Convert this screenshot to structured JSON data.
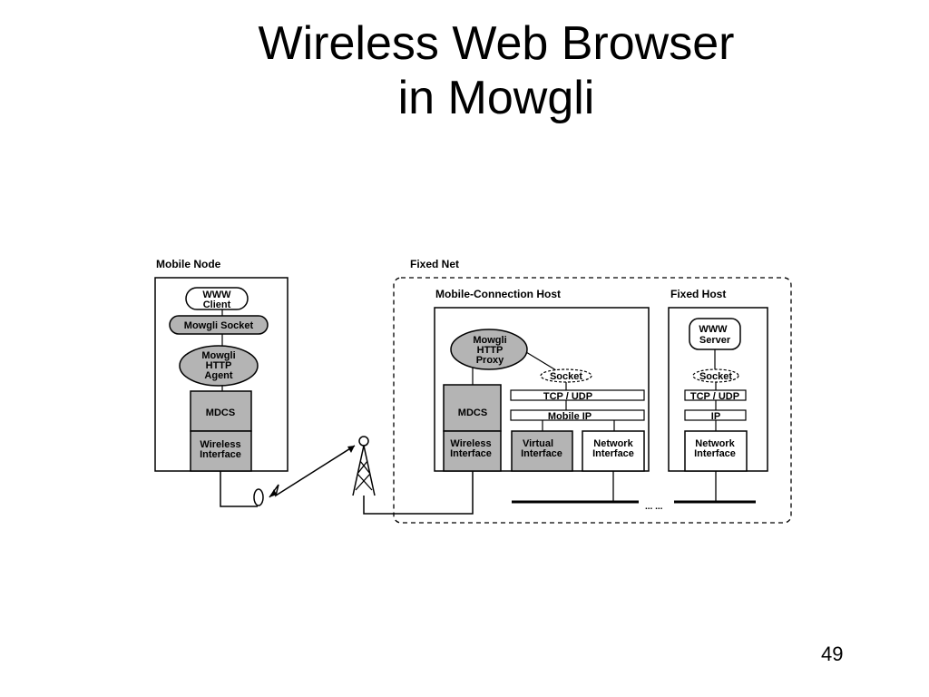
{
  "slide": {
    "title_line1": "Wireless Web Browser",
    "title_line2": "in Mowgli",
    "page_number": "49"
  },
  "colors": {
    "shaded_box": "#b4b4b4",
    "line": "#000000",
    "background": "#ffffff"
  },
  "mobile_node": {
    "section_label": "Mobile Node",
    "www_client": [
      "WWW",
      "Client"
    ],
    "mowgli_socket": "Mowgli Socket",
    "mowgli_agent": [
      "Mowgli",
      "HTTP",
      "Agent"
    ],
    "mdcs": "MDCS",
    "wireless_interface": [
      "Wireless",
      "Interface"
    ]
  },
  "fixed_net": {
    "section_label": "Fixed Net",
    "mch": {
      "label": "Mobile-Connection Host",
      "proxy": [
        "Mowgli",
        "HTTP",
        "Proxy"
      ],
      "socket": "Socket",
      "tcp_udp": "TCP / UDP",
      "mobile_ip": "Mobile IP",
      "mdcs": "MDCS",
      "wireless_interface": [
        "Wireless",
        "Interface"
      ],
      "virtual_interface": [
        "Virtual",
        "Interface"
      ],
      "network_interface": [
        "Network",
        "Interface"
      ]
    },
    "fixed_host": {
      "label": "Fixed Host",
      "www_server": [
        "WWW",
        "Server"
      ],
      "socket": "Socket",
      "tcp_udp": "TCP / UDP",
      "ip": "IP",
      "network_interface": [
        "Network",
        "Interface"
      ]
    },
    "ellipsis": "... ..."
  },
  "icons": [
    "antenna-tower-icon",
    "mobile-antenna-icon",
    "radio-link-icon"
  ]
}
